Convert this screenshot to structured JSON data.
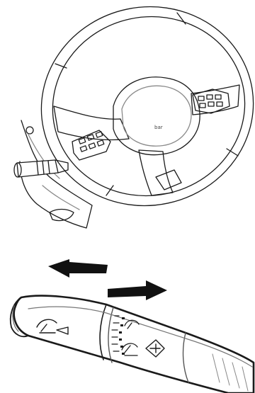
{
  "diagram": {
    "wheel_badge": "bar",
    "colors": {
      "line": "#1a1a1a",
      "light_line": "#8a8a8a",
      "arrow": "#111111",
      "background": "#ffffff"
    },
    "icons": [
      "steering-wheel",
      "wiper-stalk",
      "push-arrow",
      "pull-arrow",
      "wiper-icon",
      "washer-icon"
    ]
  }
}
